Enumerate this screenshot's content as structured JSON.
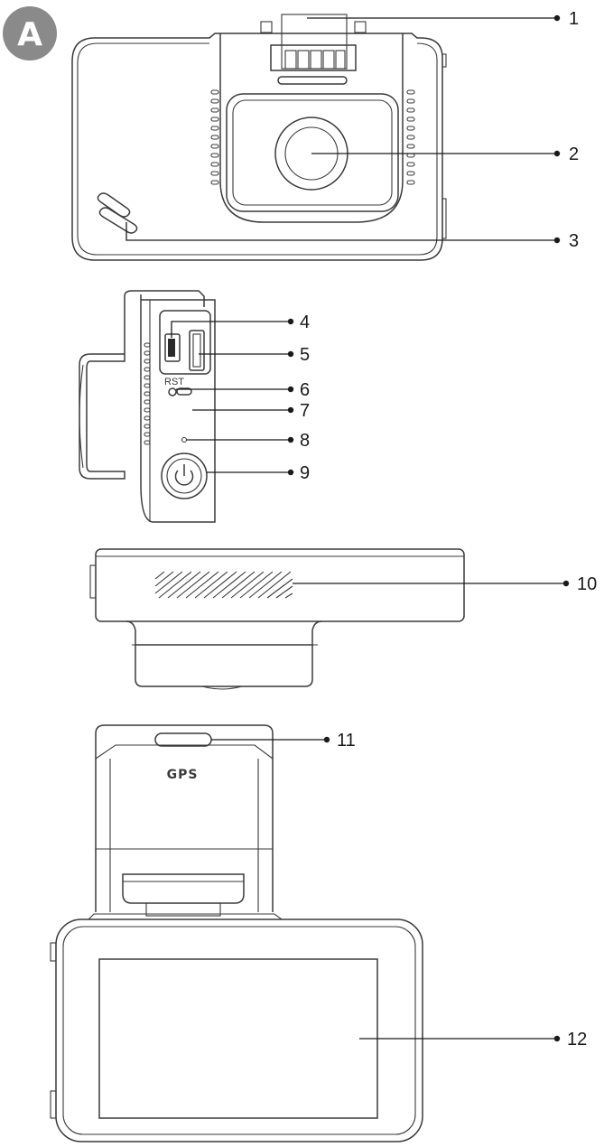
{
  "badge": {
    "letter": "A"
  },
  "device_text": {
    "reset_label": "RST",
    "gps_label": "GPS"
  },
  "callouts": [
    "1",
    "2",
    "3",
    "4",
    "5",
    "6",
    "7",
    "8",
    "9",
    "10",
    "11",
    "12"
  ]
}
